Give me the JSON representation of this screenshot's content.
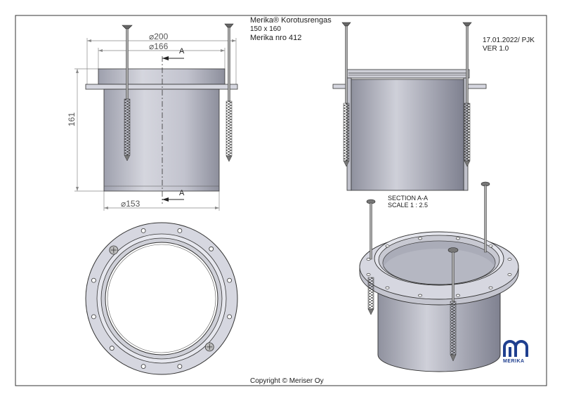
{
  "title": {
    "product_name": "Merika® Korotusrengas",
    "size": "150 x 160",
    "product_number": "Merika nro 412"
  },
  "revision": {
    "date": "17.01.2022/ PJK",
    "version": "VER 1.0"
  },
  "dimensions": {
    "outer_flange": "⌀200",
    "inner": "⌀166",
    "bottom": "⌀153",
    "height": "161"
  },
  "section_marker": "A",
  "section_view": {
    "label": "SECTION A-A",
    "scale": "SCALE 1 : 2.5"
  },
  "footer": {
    "copyright": "Copyright © Meriser Oy"
  },
  "logo": {
    "text": "MERIKA",
    "color": "#1f3f8f"
  },
  "colors": {
    "body_fill": "#c8c9d4",
    "flange_fill": "#d6d7e0",
    "line": "#3a3a3a",
    "dimension": "#777777"
  }
}
